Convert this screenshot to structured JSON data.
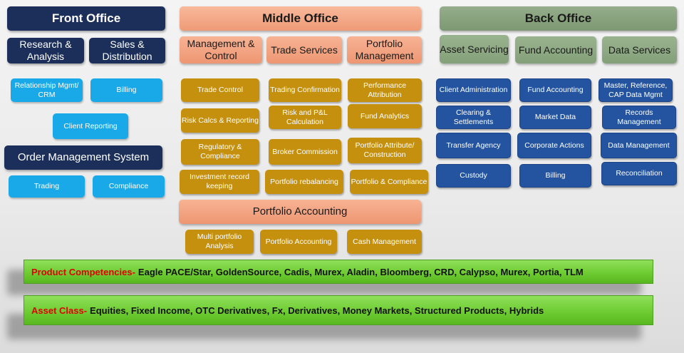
{
  "front_office": {
    "title": "Front Office",
    "subheaders": [
      "Research & Analysis",
      "Sales & Distribution"
    ],
    "items_row1": [
      "Relationship Mgmt/ CRM",
      "Billing"
    ],
    "client_reporting": "Client Reporting",
    "oms_title": "Order Management System",
    "oms_items": [
      "Trading",
      "Compliance"
    ]
  },
  "middle_office": {
    "title": "Middle Office",
    "subheaders": [
      "Management & Control",
      "Trade Services",
      "Portfolio Management"
    ],
    "grid": [
      [
        "Trade Control",
        "Trading Confirmation",
        "Performance Attribution"
      ],
      [
        "Risk Calcs & Reporting",
        "Risk and P&L Calculation",
        "Fund Analytics"
      ],
      [
        "Regulatory & Compliance",
        "Broker Commission",
        "Portfolio Attribute/ Construction"
      ],
      [
        "Investment record keeping",
        "Portfolio rebalancing",
        "Portfolio & Compliance"
      ]
    ],
    "portfolio_accounting_title": "Portfolio Accounting",
    "portfolio_accounting_items": [
      "Multi portfolio Analysis",
      "Portfolio Accounting",
      "Cash Management"
    ]
  },
  "back_office": {
    "title": "Back Office",
    "subheaders": [
      "Asset Servicing",
      "Fund Accounting",
      "Data Services"
    ],
    "grid": [
      [
        "Client Administration",
        "Fund Accounting",
        "Master, Reference, CAP Data Mgmt"
      ],
      [
        "Clearing & Settlements",
        "Market Data",
        "Records Management"
      ],
      [
        "Transfer Agency",
        "Corporate Actions",
        "Data Management"
      ],
      [
        "Custody",
        "Billing",
        "Reconciliation"
      ]
    ]
  },
  "bands": {
    "product": {
      "label": "Product Competencies-",
      "text": "Eagle PACE/Star, GoldenSource, Cadis, Murex, Aladin, Bloomberg, CRD, Calypso, Murex, Portia, TLM"
    },
    "asset": {
      "label": "Asset Class-",
      "text": "Equities, Fixed Income, OTC Derivatives, Fx, Derivatives, Money Markets, Structured Products, Hybrids"
    }
  },
  "colors": {
    "front_navy": "#1b2f5a",
    "front_cyan": "#1aa9e8",
    "middle_salmon": "#f2a07c",
    "middle_gold": "#c5900d",
    "back_sage": "#8aa47f",
    "back_blue": "#2454a0",
    "band_green": "#6fcc33",
    "band_label_red": "#e00000"
  }
}
